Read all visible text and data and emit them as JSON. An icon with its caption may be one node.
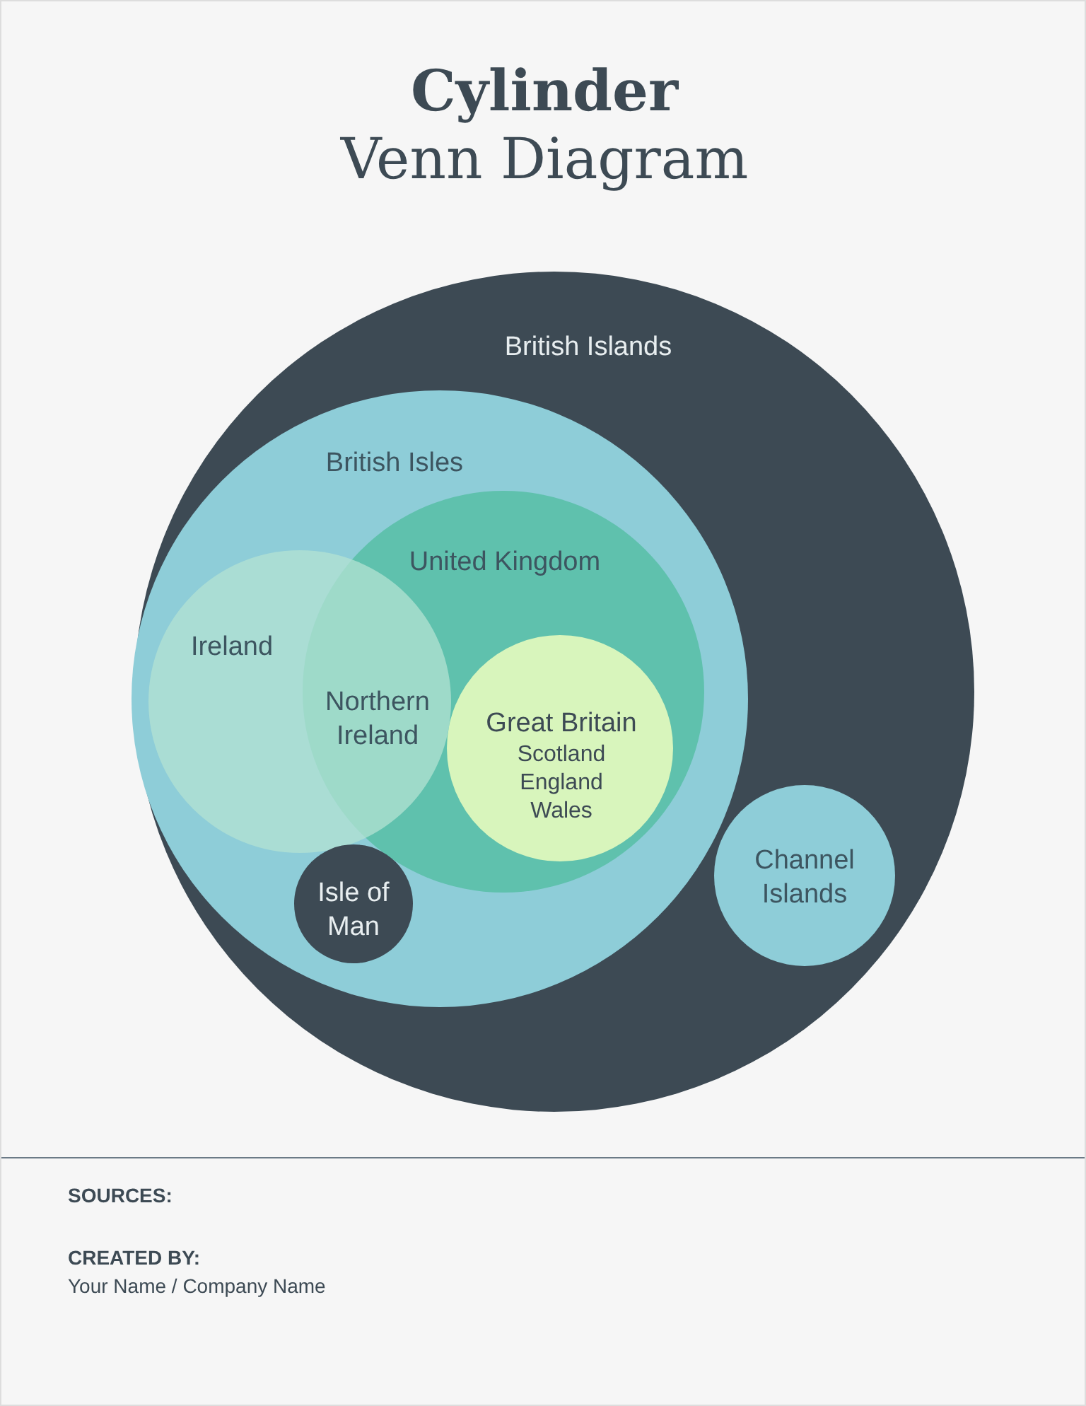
{
  "diagram": {
    "title": "**Cylinder** Venn Diagram",
    "nodes": [
      {
        "text": [
          "British Islands"
        ]
      },
      {
        "text": [
          "British Isles"
        ],
        "in": 0
      },
      {
        "text": [
          "Ireland"
        ],
        "in": 1
      },
      {
        "text": [
          "United Kingdom"
        ],
        "in": 1
      },
      {
        "text": [
          "Great Britain",
          "Scotland England Wales"
        ],
        "in": 3
      },
      {
        "text": [
          "Isle of Man"
        ],
        "in": 1
      },
      {
        "text": [
          "Channel Islands"
        ],
        "in": 0
      }
    ],
    "labels": [
      "Northern Ireland",
      "SOURCES:",
      "CREATED BY:",
      "Your Name / Company Name"
    ]
  }
}
